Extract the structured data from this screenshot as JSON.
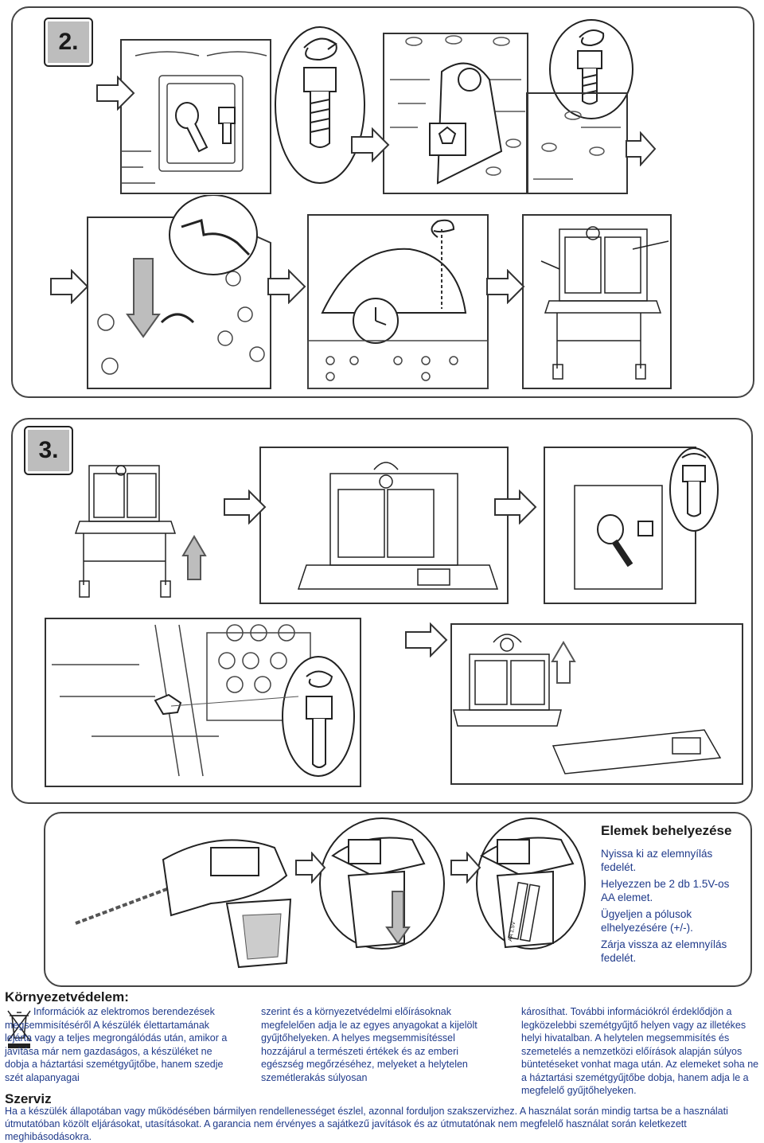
{
  "steps": {
    "step2": {
      "number": "2."
    },
    "step3": {
      "number": "3."
    }
  },
  "battery": {
    "title": "Elemek behelyezése",
    "lines": [
      "Nyissa ki az elemnyílás fedelét.",
      "Helyezzen be 2 db 1.5V-os AA elemet.",
      "Ügyeljen a pólusok elhelyezésére (+/-).",
      "Zárja vissza az elemnyílás fedelét."
    ]
  },
  "environment": {
    "title": "Környezetvédelem:",
    "col1": "Információk az elektromos berendezések megsemmisítéséről A készülék élettartamának lejárta vagy a teljes megrongálódás után, amikor a javítása már nem gazdaságos, a készüléket ne dobja a háztartási szemétgyűjtőbe, hanem szedje szét alapanyagai",
    "col2": "szerint és a környezetvédelmi előírásoknak megfelelően adja le az egyes anyagokat a kijelölt gyűjtőhelyeken. A helyes megsemmisítéssel hozzájárul a természeti értékek és az emberi egészség megőrzéséhez, melyeket a helytelen szemétlerakás súlyosan",
    "col3": "károsíthat. További információkról érdeklődjön a legközelebbi szemétgyűjtő helyen vagy az illetékes helyi hivatalban. A helytelen megsemmisítés és szemetelés a nemzetközi előírások alapján súlyos büntetéseket vonhat maga után. Az elemeket soha ne a háztartási szemétgyűjtőbe dobja, hanem adja le a megfelelő gyűjtőhelyeken."
  },
  "service": {
    "title": "Szerviz",
    "text": "Ha a készülék állapotában vagy működésében bármilyen rendellenességet észlel, azonnal forduljon szakszervizhez. A használat során mindig tartsa be a használati útmutatóban közölt eljárásokat, utasításokat. A garancia nem érvényes a sajátkezű javítások és az útmutatónak nem megfelelő használat során keletkezett meghibásodásokra."
  },
  "battery_label": "AA 1.5V",
  "colors": {
    "text_blue": "#1f3a8a",
    "panel_border": "#444444",
    "step_bg": "#bdbdbd"
  }
}
